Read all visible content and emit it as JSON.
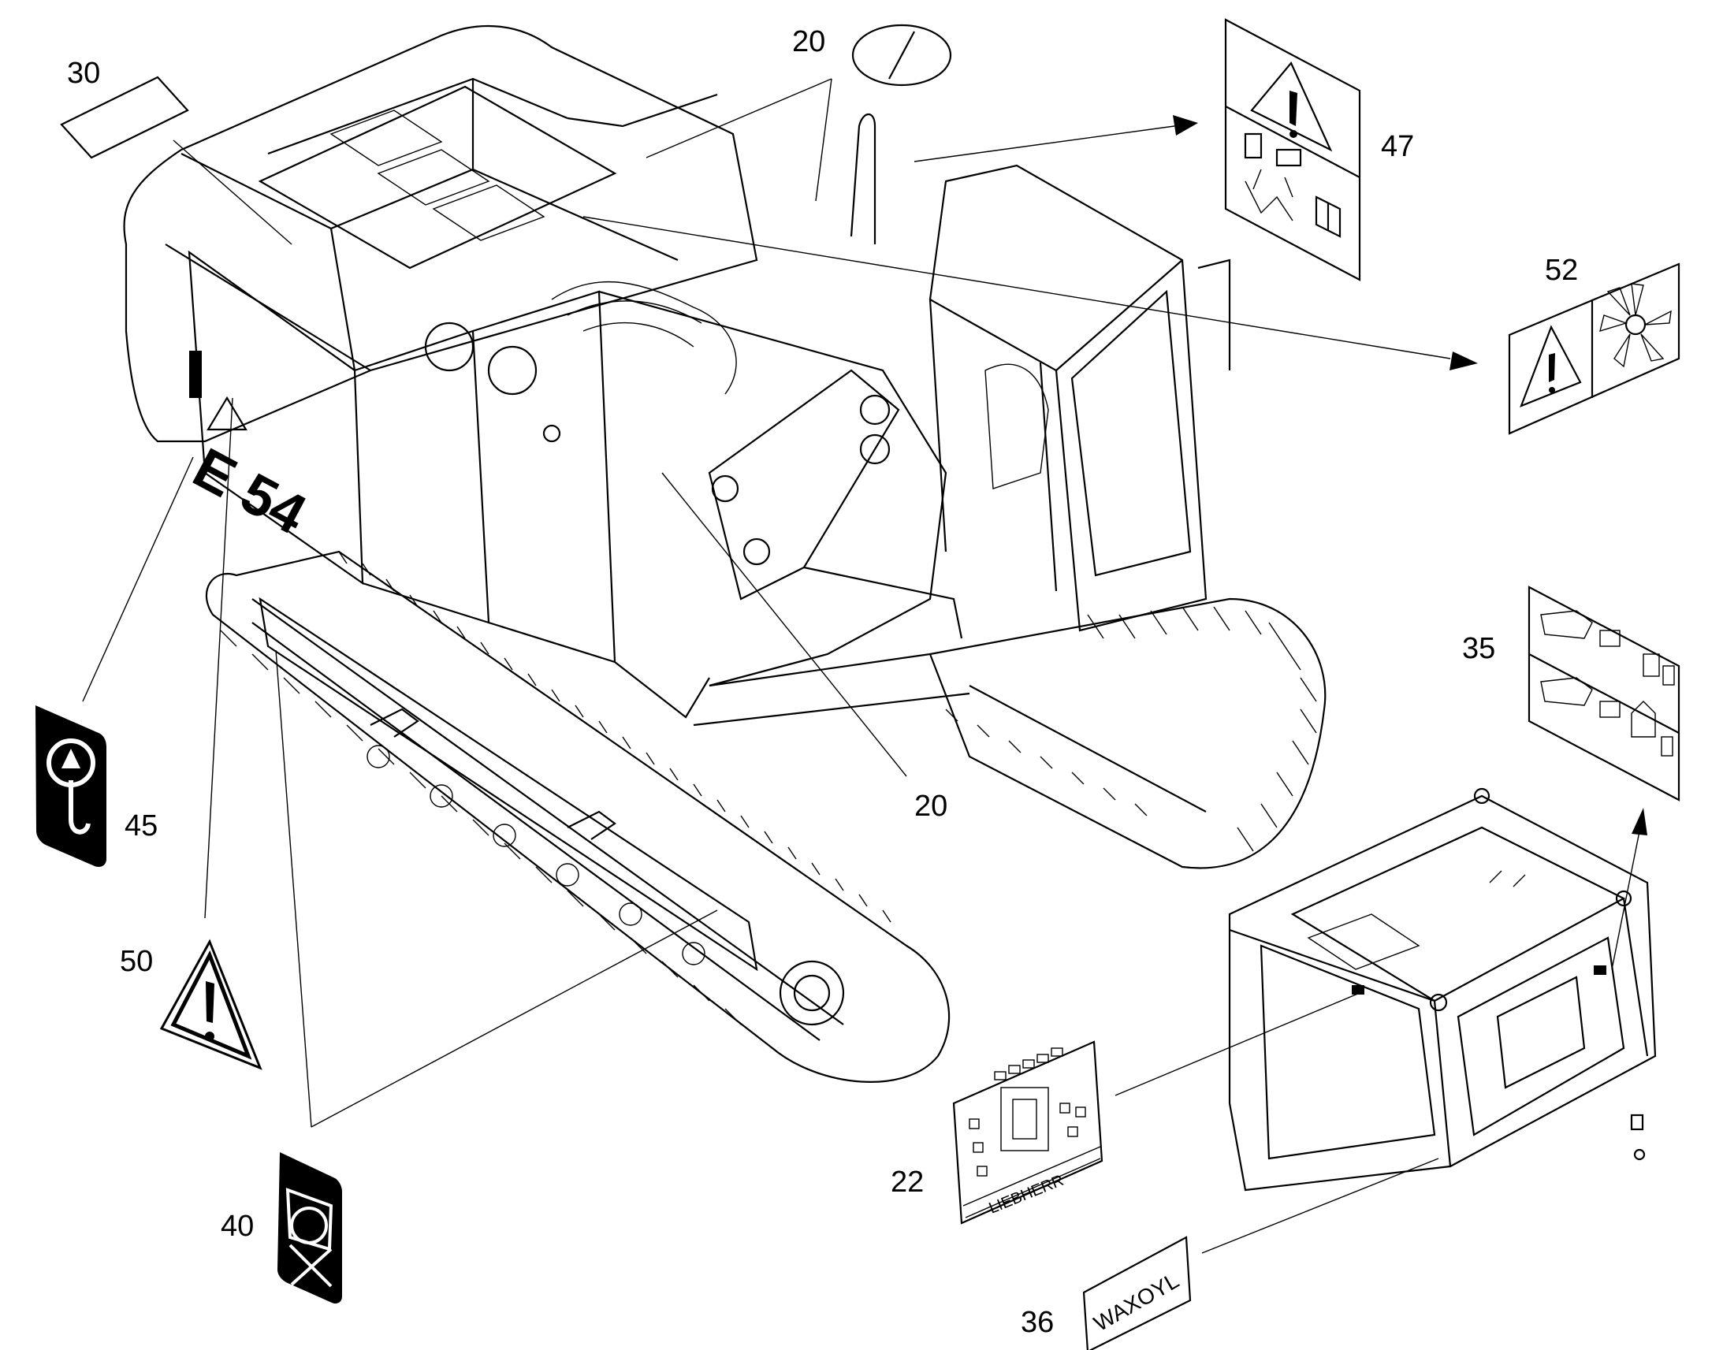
{
  "callouts": {
    "c20_top": "20",
    "c20_bottom": "20",
    "c22": "22",
    "c30": "30",
    "c35": "35",
    "c36": "36",
    "c40": "40",
    "c45": "45",
    "c47": "47",
    "c50": "50",
    "c52": "52"
  },
  "decal_texts": {
    "model_number": "E 54",
    "cab_decal_brand": "LIEBHERR",
    "label_36_text": "WAXOYL"
  },
  "icons": {
    "warning": "warning-triangle-icon",
    "fan": "fan-icon",
    "lifting_hook": "lifting-hook-icon",
    "no_standing": "no-standing-icon",
    "manual": "manual-book-icon"
  }
}
